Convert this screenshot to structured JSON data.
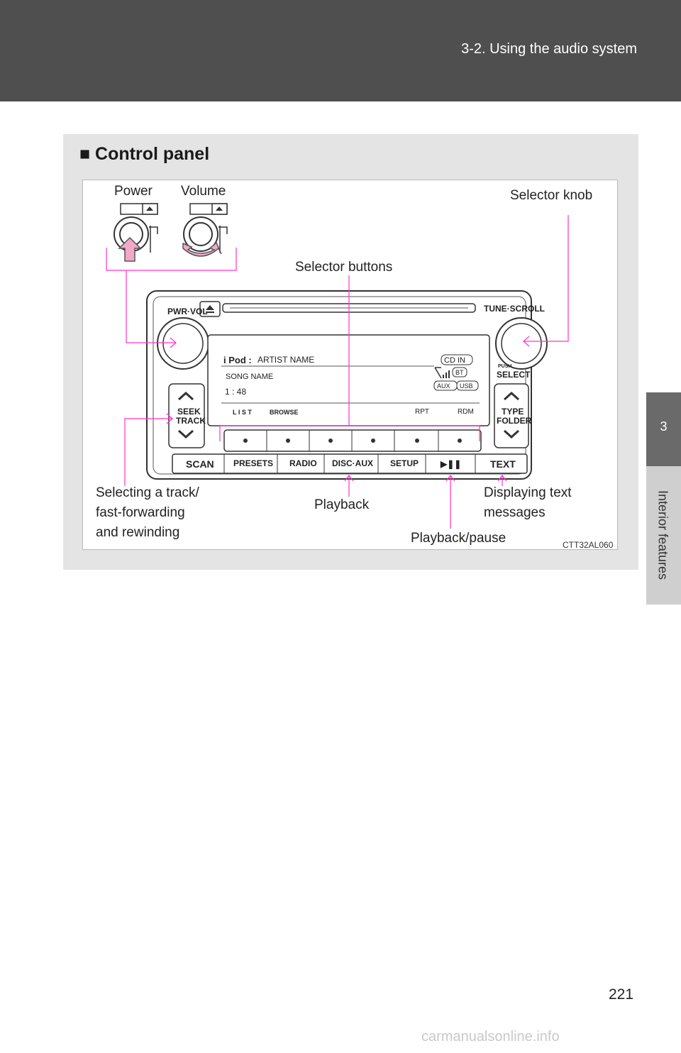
{
  "header": {
    "section": "3-2. Using the audio system"
  },
  "side_tab": {
    "chapter_number": "3",
    "chapter_title": "Interior features"
  },
  "section": {
    "title": "■ Control panel"
  },
  "callouts": {
    "power": "Power",
    "volume": "Volume",
    "selector_knob": "Selector knob",
    "selector_buttons": "Selector buttons",
    "selecting_track": [
      "Selecting  a  track/",
      "fast-forwarding",
      "and rewinding"
    ],
    "playback": "Playback",
    "playback_pause": "Playback/pause",
    "displaying_text": [
      "Displaying text",
      "messages"
    ]
  },
  "radio": {
    "pwr_vol": "PWR·VOL",
    "tune_scroll": "TUNE·SCROLL",
    "push": "PUSH",
    "select": "SELECT",
    "seek": "SEEK",
    "track": "TRACK",
    "type": "TYPE",
    "folder": "FOLDER",
    "display": {
      "source": "i Pod :",
      "artist": "ARTIST  NAME",
      "song": "SONG  NAME",
      "time": "1 : 48",
      "cd_in": "CD  IN",
      "bt": "BT",
      "aux": "AUX",
      "usb": "USB",
      "list": "L I S T",
      "browse": "BROWSE",
      "rpt": "RPT",
      "rdm": "RDM"
    },
    "bottom_buttons": [
      "SCAN",
      "PRESETS",
      "RADIO",
      "DISC·AUX",
      "SETUP",
      "▶❚❚",
      "TEXT"
    ]
  },
  "figure_code": "CTT32AL060",
  "page_number": "221",
  "watermark": "carmanualsonline.info",
  "colors": {
    "callout_line": "#ff33cc",
    "header_bg": "#4f4f4f",
    "panel_bg": "#e4e4e4"
  }
}
